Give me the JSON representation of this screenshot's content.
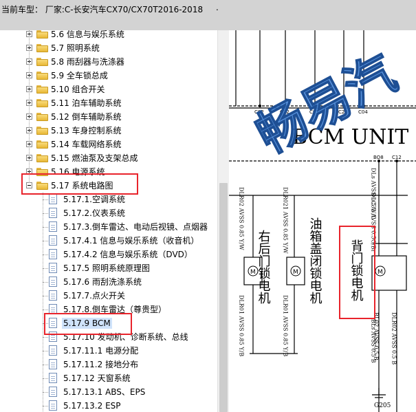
{
  "header": {
    "title": "当前车型：  厂家:C-长安汽车CX70/CX70T2016-2018",
    "mark": "."
  },
  "tree": {
    "items": [
      {
        "label": "5.6 信息与娱乐系统",
        "type": "folder",
        "expanded": false
      },
      {
        "label": "5.7 照明系统",
        "type": "folder",
        "expanded": false
      },
      {
        "label": "5.8 雨刮器与洗涤器",
        "type": "folder",
        "expanded": false
      },
      {
        "label": "5.9 全车锁总成",
        "type": "folder",
        "expanded": false
      },
      {
        "label": "5.10 组合开关",
        "type": "folder",
        "expanded": false
      },
      {
        "label": "5.11 泊车辅助系统",
        "type": "folder",
        "expanded": false
      },
      {
        "label": "5.12 倒车辅助系统",
        "type": "folder",
        "expanded": false
      },
      {
        "label": "5.13 车身控制系统",
        "type": "folder",
        "expanded": false
      },
      {
        "label": "5.14 车载网络系统",
        "type": "folder",
        "expanded": false
      },
      {
        "label": "5.15 燃油泵及支架总成",
        "type": "folder",
        "expanded": false
      },
      {
        "label": "5.16 电源系统",
        "type": "folder",
        "expanded": false
      },
      {
        "label": "5.17 系统电路图",
        "type": "folder",
        "expanded": true
      },
      {
        "label": "5.17.1.空调系统",
        "type": "leaf"
      },
      {
        "label": "5.17.2.仪表系统",
        "type": "leaf"
      },
      {
        "label": "5.17.3.倒车雷达、电动后视镜、点烟器",
        "type": "leaf"
      },
      {
        "label": "5.17.4.1 信息与娱乐系统（收音机）",
        "type": "leaf"
      },
      {
        "label": "5.17.4.2 信息与娱乐系统（DVD）",
        "type": "leaf"
      },
      {
        "label": "5.17.5 照明系统原理图",
        "type": "leaf"
      },
      {
        "label": "5.17.6 雨刮洗涤系统",
        "type": "leaf"
      },
      {
        "label": "5.17.7.点火开关",
        "type": "leaf"
      },
      {
        "label": "5.17.8.倒车雷达（尊贵型）",
        "type": "leaf"
      },
      {
        "label": "5.17.9 BCM",
        "type": "leaf",
        "selected": true
      },
      {
        "label": "5.17.10 发动机、诊断系统、总线",
        "type": "leaf"
      },
      {
        "label": "5.17.11.1 电源分配",
        "type": "leaf"
      },
      {
        "label": "5.17.11.2 接地分布",
        "type": "leaf"
      },
      {
        "label": "5.17.12 天窗系统",
        "type": "leaf"
      },
      {
        "label": "5.17.13.1 ABS、EPS",
        "type": "leaf"
      },
      {
        "label": "5.17.13.2 ESP",
        "type": "leaf"
      }
    ]
  },
  "diagram": {
    "unit_label": "BCM UNIT",
    "connectors": [
      "C02",
      "C22",
      "C03",
      "C23",
      "C04"
    ],
    "pins": [
      "BO8",
      "C12"
    ],
    "component_labels": [
      "右后门锁电机",
      "油箱盖闭锁电机",
      "背门锁电机"
    ],
    "ground": "G205",
    "watermark": "畅易汽",
    "wire_labels": [
      "DLR02 AVSS 0.85 Y/W",
      "DLR021 AVSS 0.85 Y/W",
      "DLC32 AVSS 0.5G/Br",
      "DLR01 AVSS 0.85 Y/B",
      "DLR01 AVSS 0.85 Y/B",
      "BL02 AVSS 0.5 B",
      "DLR02 AVSS 0.5 B",
      "BLs AVSS 0.5 B",
      "DLs AVSS 0.5 W/L"
    ]
  },
  "colors": {
    "highlight": "#e8232b",
    "selection": "#cfe3fb",
    "watermark": "#3b7fd6"
  }
}
